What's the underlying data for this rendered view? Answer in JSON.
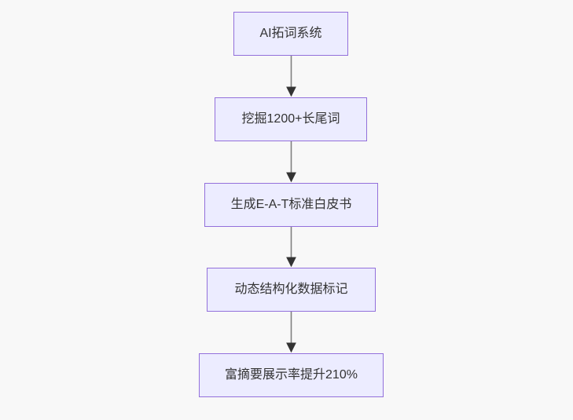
{
  "diagram": {
    "type": "flowchart",
    "direction": "top-down",
    "background": "#f8f8f8",
    "node_fill": "#ECECFF",
    "node_border": "#9370DB",
    "text_color": "#333333",
    "edge_color": "#808080",
    "arrowhead_color": "#333333",
    "nodes": [
      {
        "id": "n1",
        "label": "AI拓词系统"
      },
      {
        "id": "n2",
        "label": "挖掘1200+长尾词"
      },
      {
        "id": "n3",
        "label": "生成E-A-T标准白皮书"
      },
      {
        "id": "n4",
        "label": "动态结构化数据标记"
      },
      {
        "id": "n5",
        "label": "富摘要展示率提升210%"
      }
    ],
    "edges": [
      {
        "from": "n1",
        "to": "n2"
      },
      {
        "from": "n2",
        "to": "n3"
      },
      {
        "from": "n3",
        "to": "n4"
      },
      {
        "from": "n4",
        "to": "n5"
      }
    ]
  }
}
